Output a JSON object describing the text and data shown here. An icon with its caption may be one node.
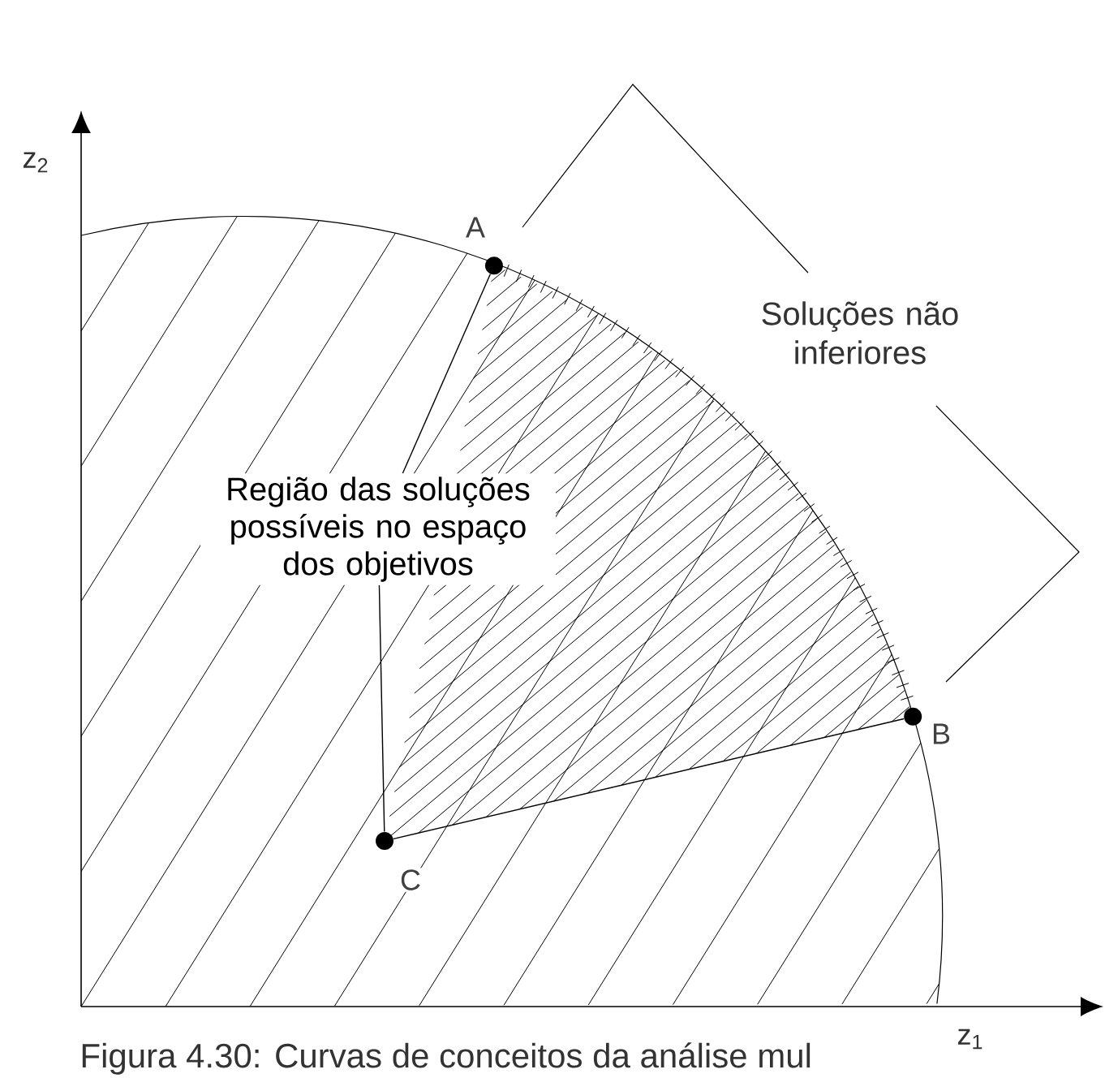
{
  "diagram": {
    "caption": "Figura 4.30: Curvas de conceitos da análise mul",
    "nodes": [
      {
        "text": [],
        "shape": "circle",
        "beside": [
          "A"
        ]
      },
      {
        "text": [],
        "shape": "circle",
        "beside": [
          "B"
        ]
      },
      {
        "text": [],
        "shape": "circle",
        "beside": [
          "C"
        ]
      },
      {
        "text": [
          "Região das soluções possíveis no espaço dos objetivos"
        ]
      }
    ],
    "edges": [
      {
        "from": 3,
        "to": 0,
        "arrow": "none"
      },
      {
        "from": 3,
        "to": 2,
        "arrow": "none"
      },
      {
        "from": 2,
        "to": 1,
        "arrow": "none"
      }
    ],
    "labels": [
      "z$_{2}$",
      "Soluções não inferiores",
      "z$_{1}$"
    ]
  }
}
